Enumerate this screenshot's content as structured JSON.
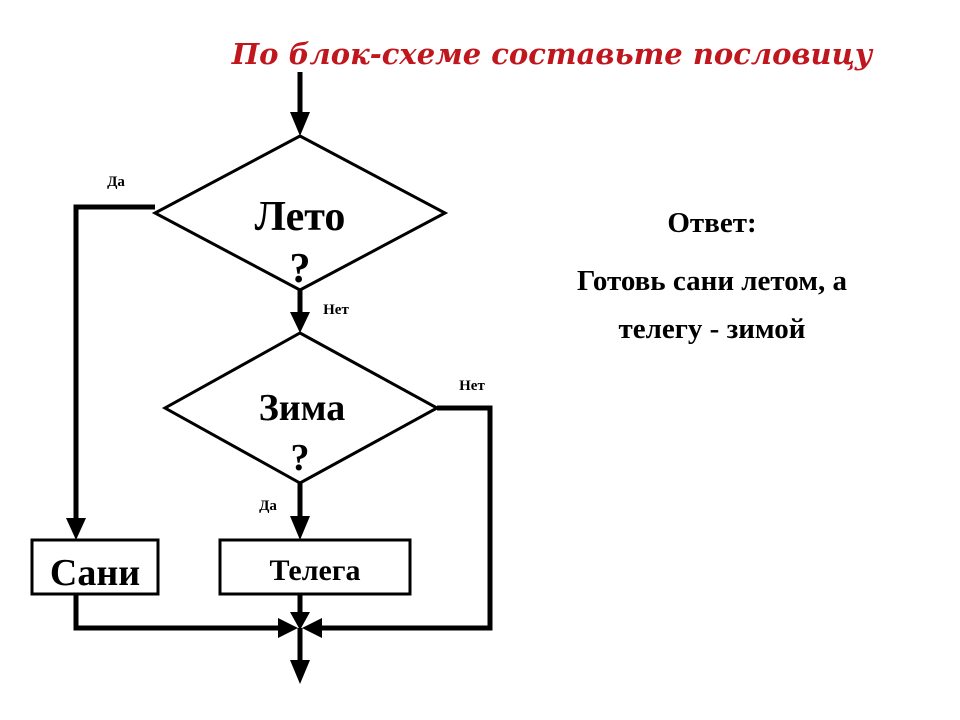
{
  "title": "По блок-схеме составьте пословицу",
  "colors": {
    "title": "#c0161e",
    "line": "#000000",
    "text": "#000000",
    "background": "#ffffff"
  },
  "flowchart": {
    "decision1": {
      "line1": "Лето",
      "line2": "?"
    },
    "decision2": {
      "line1": "Зима",
      "line2": "?"
    },
    "label_yes_1": "Да",
    "label_no_1": "Нет",
    "label_no_2": "Нет",
    "label_yes_2": "Да",
    "box_left": "Сани",
    "box_right": "Телега"
  },
  "answer": {
    "heading": "Ответ:",
    "line1": "Готовь сани летом, а",
    "line2": "телегу - зимой"
  }
}
